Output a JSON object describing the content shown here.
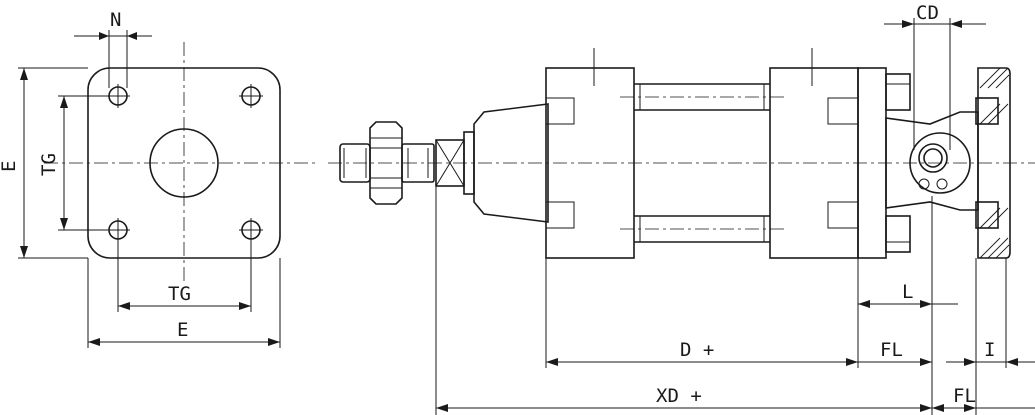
{
  "labels": {
    "n": "N",
    "e_vertical": "E",
    "tg_vertical": "TG",
    "tg_horizontal": "TG",
    "e_horizontal": "E",
    "cd": "CD",
    "l": "L",
    "d_plus": "D +",
    "fl_upper": "FL",
    "i": "I",
    "xd_plus": "XD +",
    "fl_lower": "FL"
  }
}
